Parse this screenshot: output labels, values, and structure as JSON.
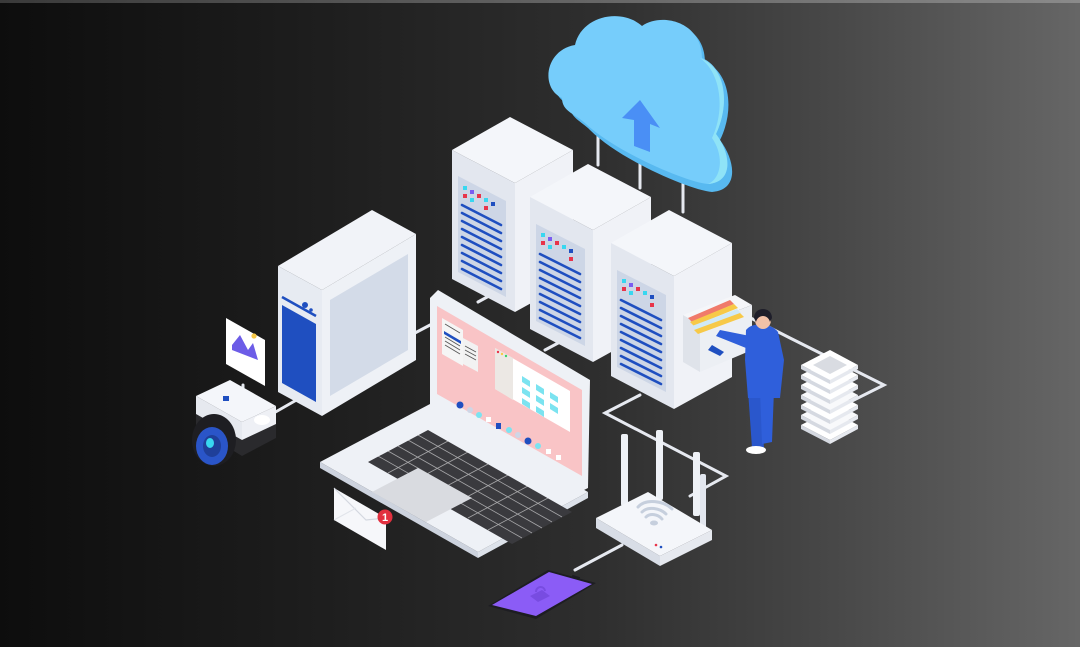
{
  "illustration": {
    "subject": "Isometric cloud computing / data center network",
    "elements": [
      {
        "name": "cloud",
        "icon": "cloud-upload-icon",
        "color": "#6cc9fb"
      },
      {
        "name": "server-rack-1",
        "icon": "server-icon"
      },
      {
        "name": "server-rack-2",
        "icon": "server-icon"
      },
      {
        "name": "server-rack-3",
        "icon": "server-icon"
      },
      {
        "name": "desktop-tower",
        "icon": "computer-tower-icon"
      },
      {
        "name": "laptop",
        "icon": "laptop-icon"
      },
      {
        "name": "camera",
        "icon": "camera-icon"
      },
      {
        "name": "image-card",
        "icon": "image-icon"
      },
      {
        "name": "envelope",
        "icon": "mail-icon"
      },
      {
        "name": "wifi-router",
        "icon": "router-icon"
      },
      {
        "name": "smartphone",
        "icon": "lock-phone-icon",
        "color": "#8b5cf6"
      },
      {
        "name": "paper-stack",
        "icon": "document-stack-icon"
      },
      {
        "name": "person",
        "icon": "businessman-icon",
        "color": "#2f5fdb"
      }
    ]
  },
  "mail_badge": {
    "count": "1",
    "color": "#e2303f"
  },
  "colors": {
    "accent_blue": "#1f4fc0",
    "cloud_blue": "#6cc9fb",
    "arrow_blue": "#4a8ff5",
    "screen_pink": "#f9c4c6",
    "device_white": "#eef1f7",
    "phone_purple": "#8b5cf6"
  }
}
